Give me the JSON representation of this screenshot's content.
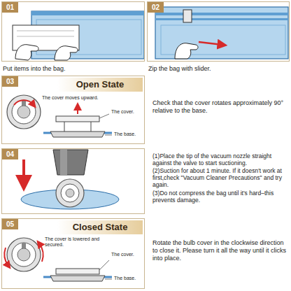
{
  "diagram": {
    "nodes": [
      {
        "text": [
          "01"
        ]
      },
      {
        "text": [
          "02"
        ]
      },
      {
        "text": [
          "03",
          "Open State"
        ]
      },
      {
        "text": [
          "04"
        ]
      },
      {
        "text": [
          "05",
          "Closed State"
        ]
      }
    ],
    "labels": [
      "Put items into the bag.",
      "Zip the bag with slider.",
      "The cover moves upward.",
      "The cover.",
      "The base.",
      "Check that the cover rotates approximately 90° relative to the base.",
      "(1)Place the tip of the vacuum nozzle straight against the valve to start suctioning.",
      "(2)Suction for about 1 minute. If it doesn't work at first,check \"Vacuum Cleaner Precautions\" and try again.",
      "(3)Do not compress the bag until it's hard–this prevents damage.",
      "The cover is lowered and secured.",
      "The cover.",
      "The base.",
      "Rotate the bulb cover in the clockwise direction to close it. Please turn it all the way until it clicks into place."
    ]
  }
}
